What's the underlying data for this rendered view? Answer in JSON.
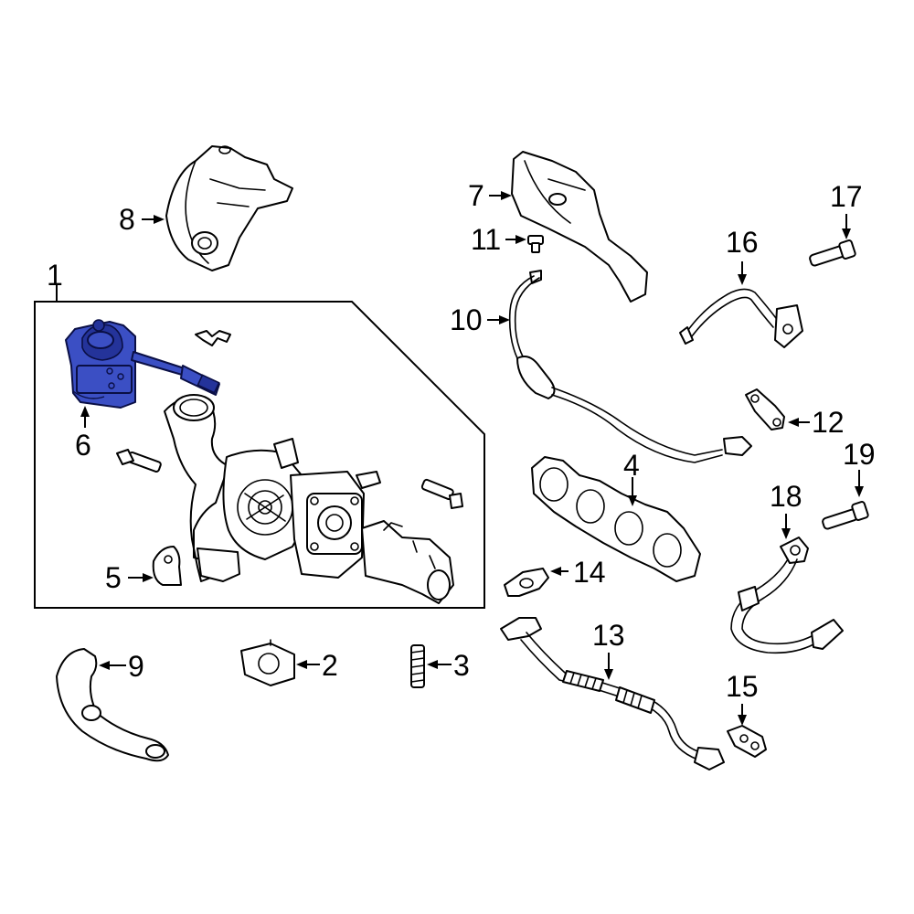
{
  "diagram": {
    "callouts": {
      "c1": "1",
      "c2": "2",
      "c3": "3",
      "c4": "4",
      "c5": "5",
      "c6": "6",
      "c7": "7",
      "c8": "8",
      "c9": "9",
      "c10": "10",
      "c11": "11",
      "c12": "12",
      "c13": "13",
      "c14": "14",
      "c15": "15",
      "c16": "16",
      "c17": "17",
      "c18": "18",
      "c19": "19"
    },
    "highlight_color": "#3b4fc4",
    "highlighted_part": "6"
  }
}
